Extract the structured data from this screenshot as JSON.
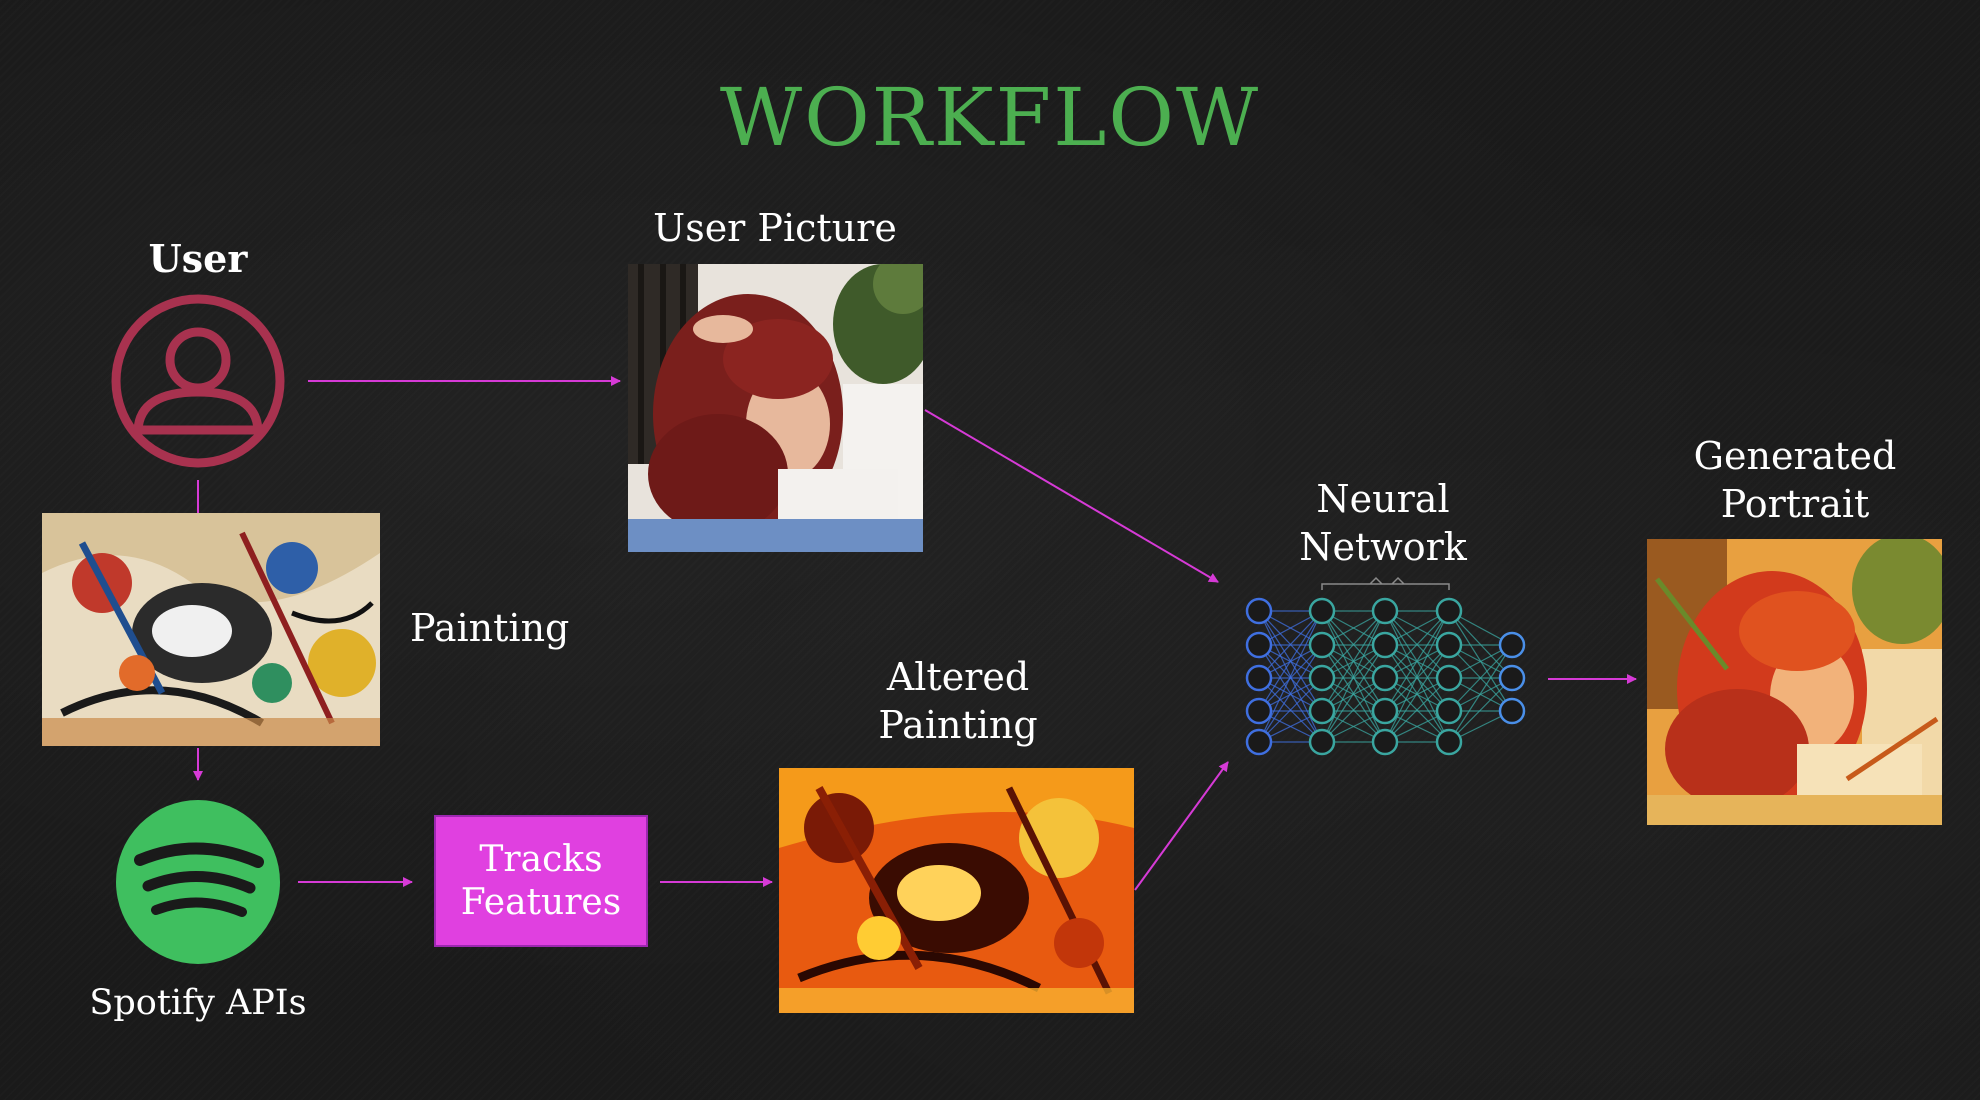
{
  "title": "WORKFLOW",
  "labels": {
    "user": "User",
    "user_picture": "User Picture",
    "painting": "Painting",
    "altered_painting": "Altered Painting",
    "neural_network": "Neural Network",
    "generated_portrait": "Generated Portrait",
    "spotify_apis": "Spotify APIs",
    "tracks_features": "Tracks Features"
  },
  "colors": {
    "background": "#1a1a1a",
    "title": "#4caf50",
    "arrow": "#d63ad6",
    "user_icon": "#a8324f",
    "spotify": "#3fbf5f",
    "tracks_box": "#e040e0",
    "nn_input": "#3f6fe0",
    "nn_hidden": "#3aa6a0",
    "nn_output": "#4a8fe8"
  },
  "icons": {
    "user": "user-circle-icon",
    "spotify": "spotify-logo-icon",
    "network": "neural-network-icon"
  }
}
